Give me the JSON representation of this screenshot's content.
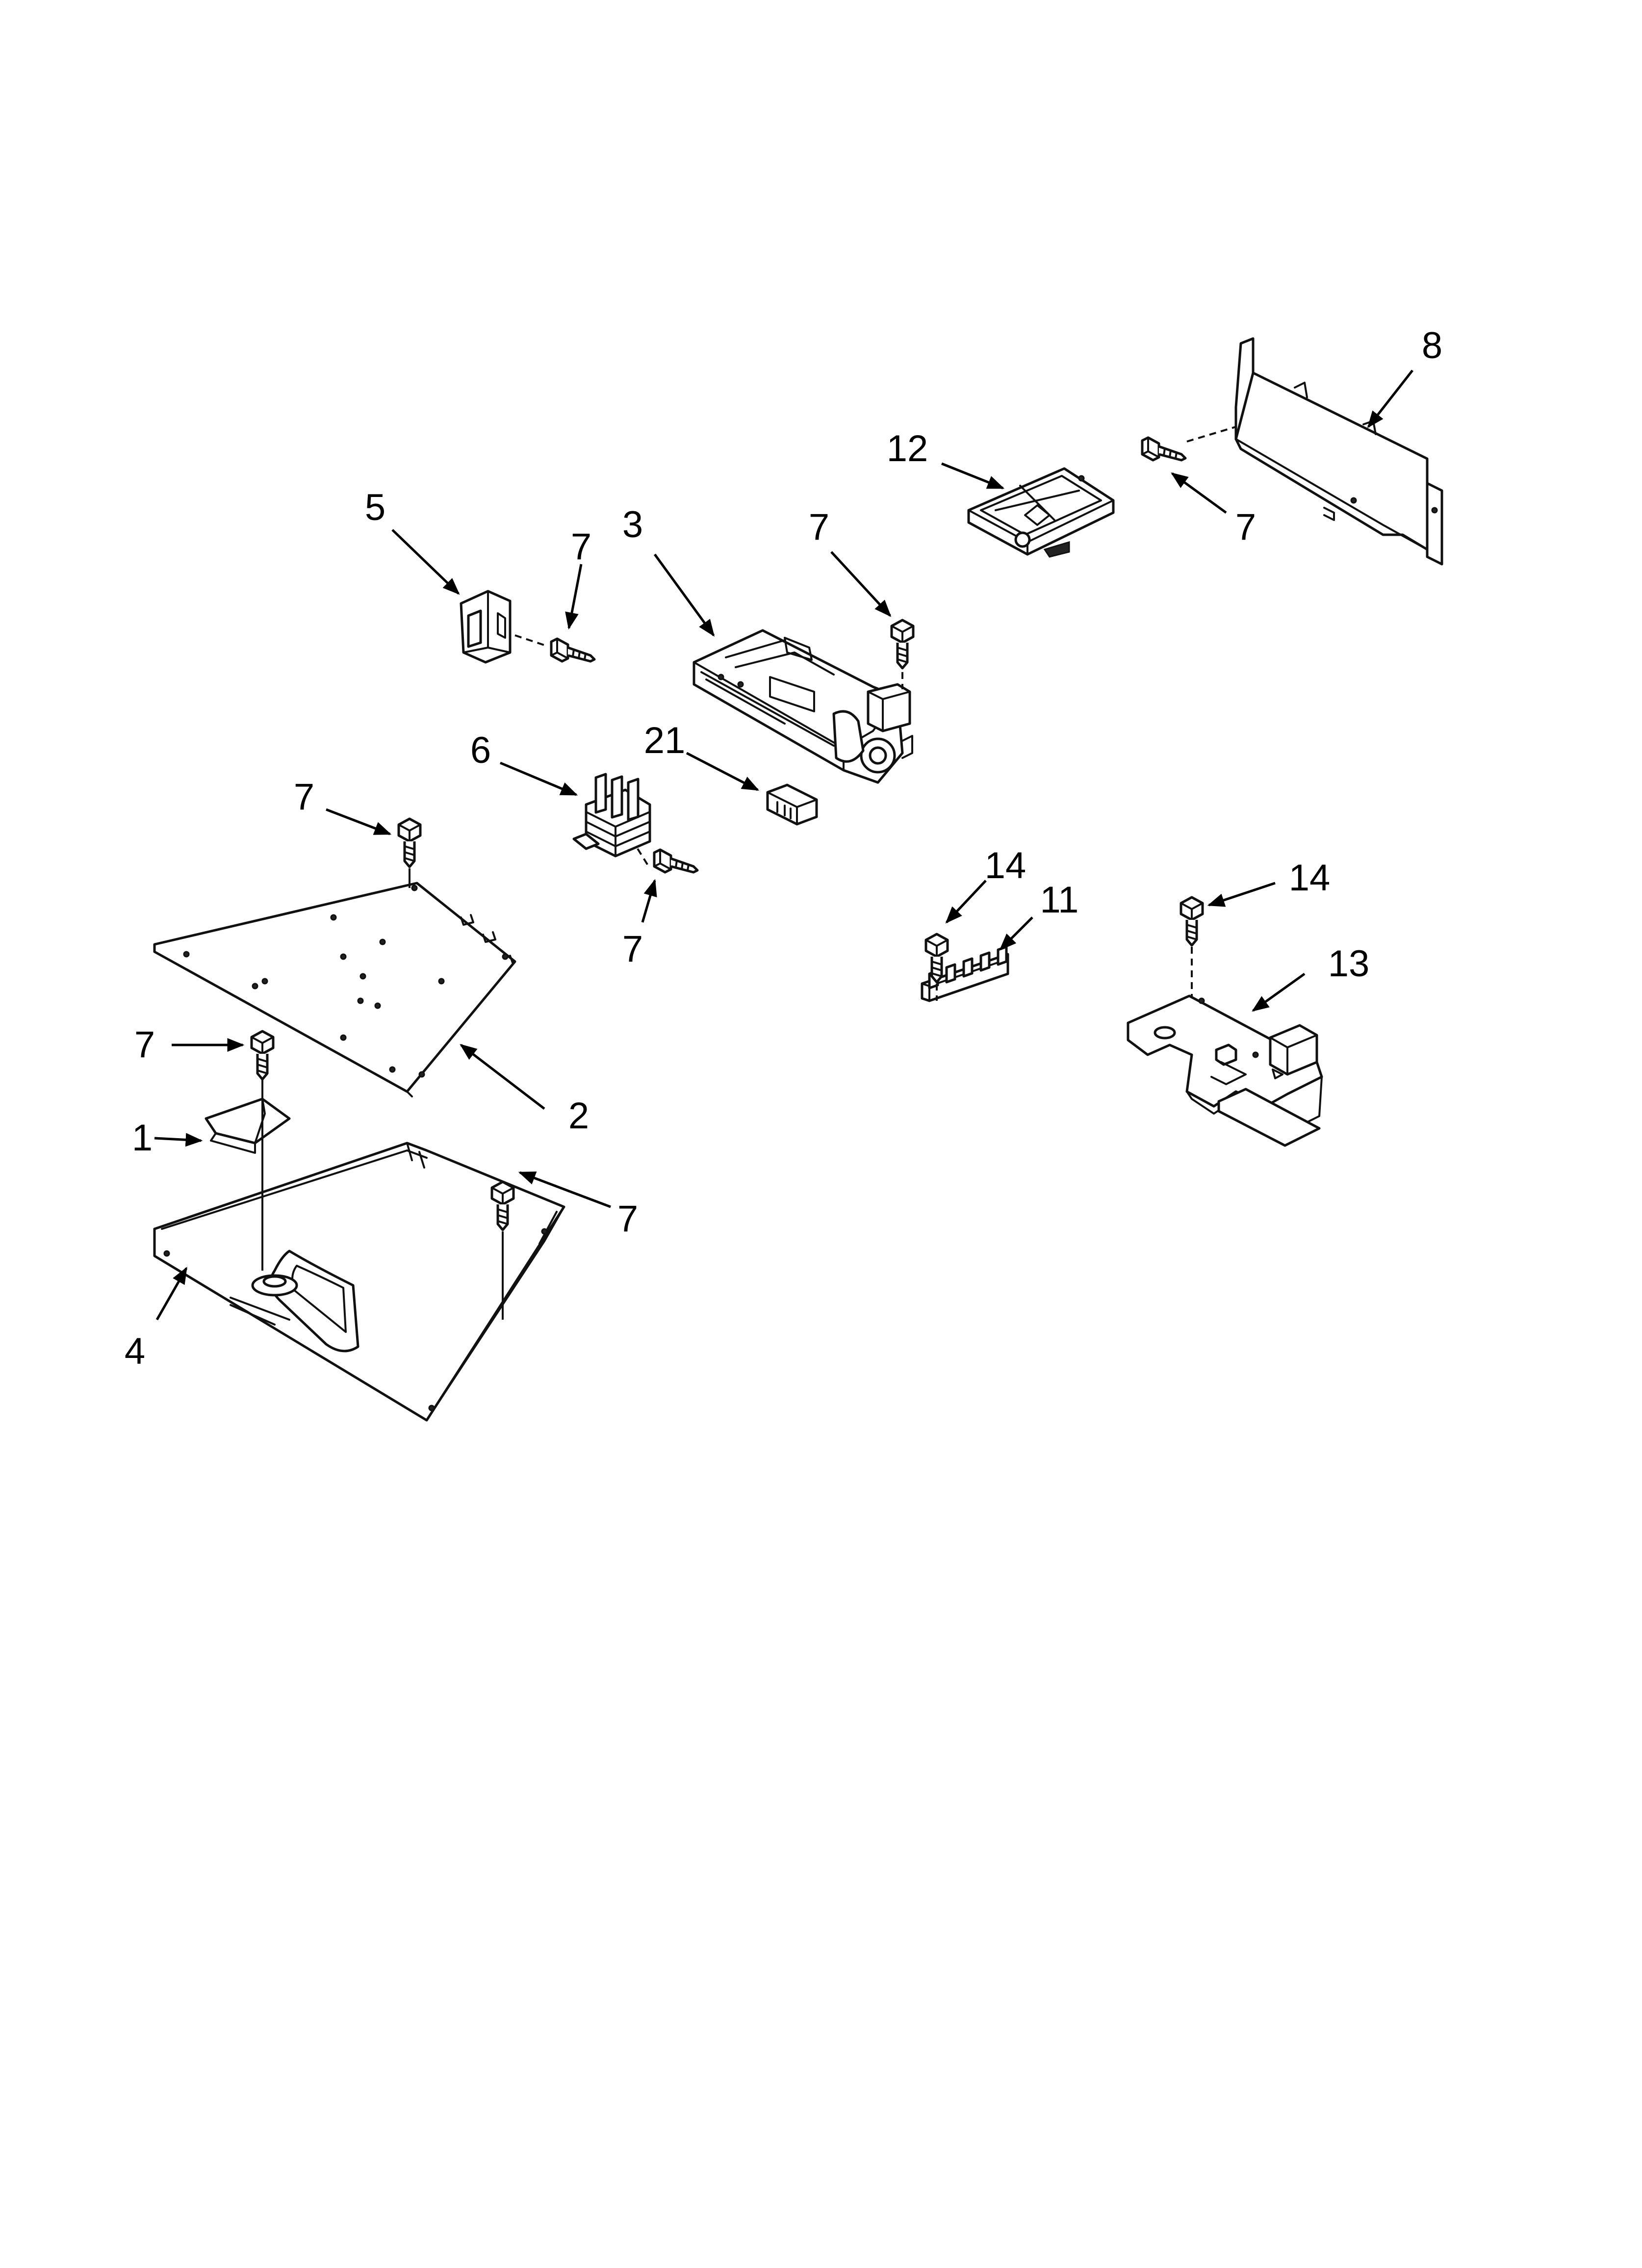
{
  "callouts": [
    {
      "id": "c1",
      "text": "1"
    },
    {
      "id": "c2",
      "text": "2"
    },
    {
      "id": "c3",
      "text": "3"
    },
    {
      "id": "c4",
      "text": "4"
    },
    {
      "id": "c5",
      "text": "5"
    },
    {
      "id": "c6",
      "text": "6"
    },
    {
      "id": "c7a",
      "text": "7"
    },
    {
      "id": "c7b",
      "text": "7"
    },
    {
      "id": "c7c",
      "text": "7"
    },
    {
      "id": "c7d",
      "text": "7"
    },
    {
      "id": "c7e",
      "text": "7"
    },
    {
      "id": "c7f",
      "text": "7"
    },
    {
      "id": "c7g",
      "text": "7"
    },
    {
      "id": "c8",
      "text": "8"
    },
    {
      "id": "c11",
      "text": "11"
    },
    {
      "id": "c12",
      "text": "12"
    },
    {
      "id": "c13",
      "text": "13"
    },
    {
      "id": "c14a",
      "text": "14"
    },
    {
      "id": "c14b",
      "text": "14"
    },
    {
      "id": "c21",
      "text": "21"
    }
  ]
}
